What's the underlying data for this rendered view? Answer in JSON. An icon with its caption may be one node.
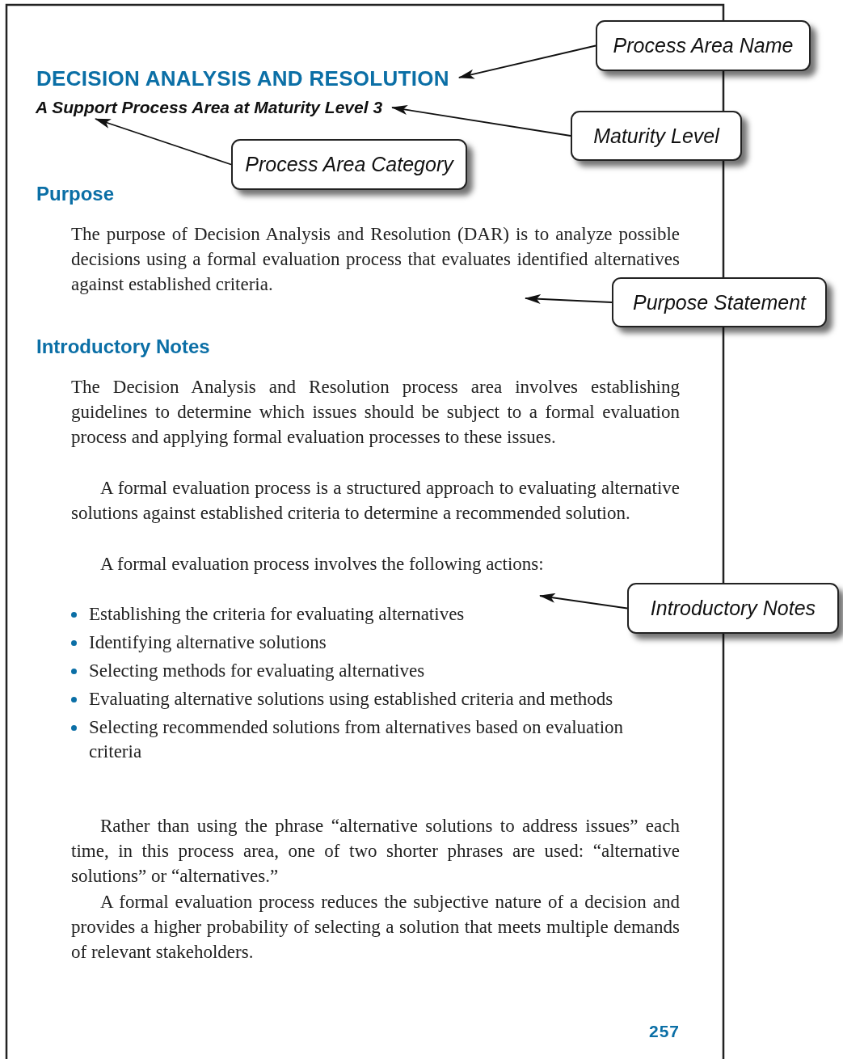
{
  "diagram": {
    "nodes": [
      {
        "text": [
          "DECISION ANALYSIS AND RESOLUTION"
        ]
      },
      {
        "text": [
          "A Support Process Area at Maturity Level 3"
        ]
      },
      {
        "text": [
          "The purpose of Decision Analysis and Resolution (DAR) is to analyze possible decisions using a formal evaluation process that evaluates identified alternatives against established criteria."
        ]
      },
      {
        "text": [
          "Establishing the criteria for evaluating alternatives",
          "Identifying alternative solutions",
          "Selecting methods for evaluating alternatives",
          "Evaluating alternative solutions using established criteria and methods",
          "Selecting recommended solutions from alternatives based on evaluation criteria"
        ]
      },
      {
        "text": [
          "Process Area Name"
        ]
      },
      {
        "text": [
          "Maturity Level"
        ]
      },
      {
        "text": [
          "Process Area Category"
        ]
      },
      {
        "text": [
          "Purpose Statement"
        ]
      },
      {
        "text": [
          "Introductory Notes"
        ]
      }
    ],
    "edges": [
      {
        "from": 4,
        "to": 0,
        "arrow": "to"
      },
      {
        "from": 5,
        "to": 1,
        "arrow": "to"
      },
      {
        "from": 6,
        "to": 1,
        "arrow": "to"
      },
      {
        "from": 7,
        "to": 2,
        "arrow": "to"
      },
      {
        "from": 8,
        "to": 3,
        "arrow": "to"
      }
    ],
    "labels": [
      "Purpose",
      "Introductory Notes",
      "The Decision Analysis and Resolution process area involves establishing guidelines to determine which issues should be subject to a formal evaluation process and applying formal evaluation processes to these issues.",
      "A formal evaluation process is a structured approach to evaluating alternative solutions against established criteria to determine a recommended solution.",
      "A formal evaluation process involves the following actions:",
      "Rather than using the phrase “alternative solutions to address issues” each time, in this process area, one of two shorter phrases are used: “alternative solutions” or “alternatives.”",
      "A formal evaluation process reduces the subjective nature of a decision and provides a higher probability of selecting a solution that meets multiple demands of relevant stakeholders.",
      "257"
    ]
  }
}
